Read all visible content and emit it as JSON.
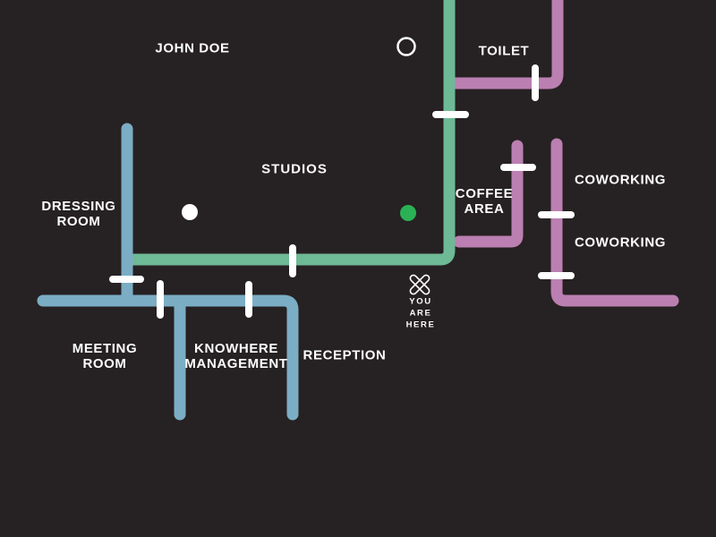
{
  "map_title": "office-floor-map",
  "colors": {
    "background": "#262122",
    "line_blue": "#7badc5",
    "line_green": "#6eb996",
    "line_purple": "#bb7fb1",
    "marker_green": "#2bb155",
    "marker_white": "#ffffff",
    "tick_white": "#ffffff",
    "text": "#fdfdfd"
  },
  "labels": {
    "john_doe": "JOHN DOE",
    "toilet": "TOILET",
    "studios": "STUDIOS",
    "dressing_room": "DRESSING\nROOM",
    "coffee_area": "COFFEE\nAREA",
    "coworking_upper": "COWORKING",
    "coworking_lower": "COWORKING",
    "meeting_room": "MEETING\nROOM",
    "knowhere_management": "KNOWHERE\nMANAGEMENT",
    "reception": "RECEPTION",
    "you_are_here": "YOU\nARE\nHERE"
  },
  "markers": {
    "john_doe_marker": "open-circle",
    "dressing_room_marker": "white-dot",
    "studios_marker": "green-dot",
    "you_are_here_marker": "x-cross"
  }
}
